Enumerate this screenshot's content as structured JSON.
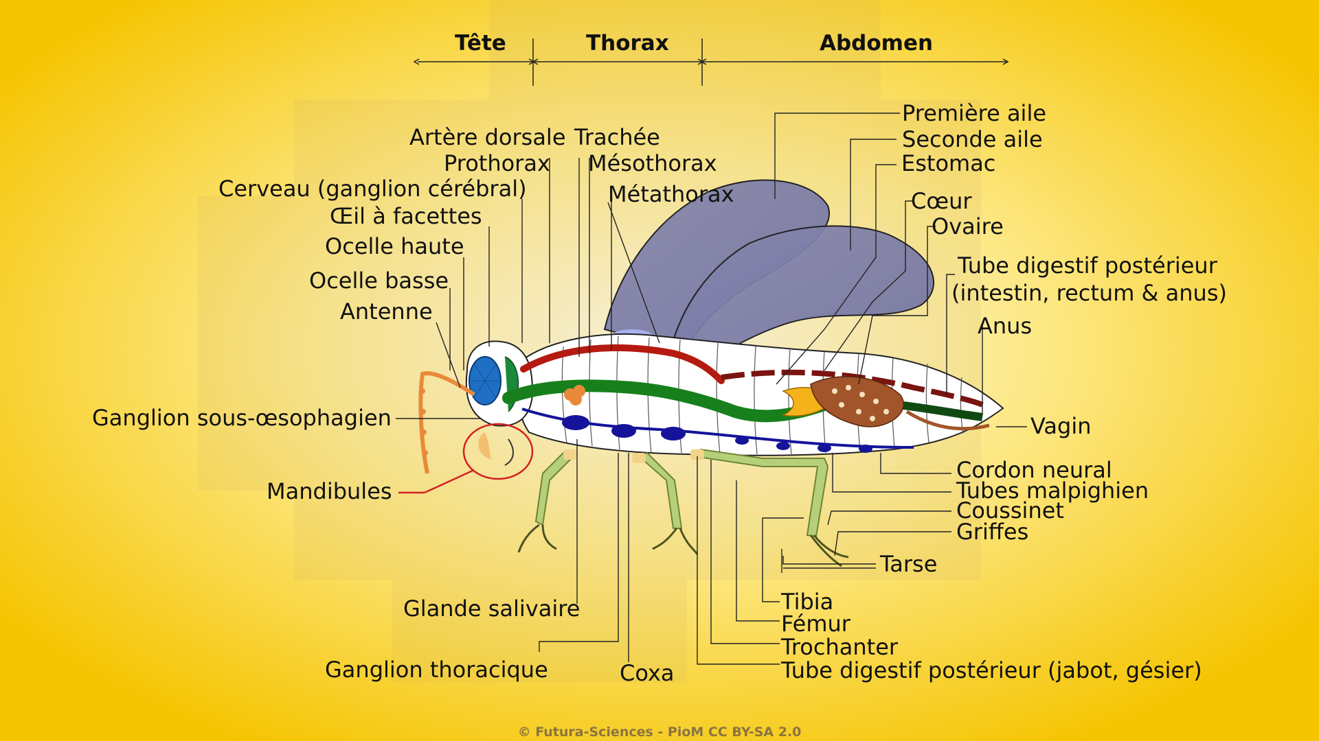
{
  "sections": {
    "head": "Tête",
    "thorax": "Thorax",
    "abdomen": "Abdomen"
  },
  "labels": {
    "arteria_dorsal": "Artère dorsale",
    "trachee": "Trachée",
    "prothorax": "Prothorax",
    "mesothorax": "Mésothorax",
    "metathorax": "Métathorax",
    "cerveau": "Cerveau (ganglion cérébral)",
    "oeil": "Œil à facettes",
    "ocelle_haute": "Ocelle haute",
    "ocelle_basse": "Ocelle basse",
    "antenne": "Antenne",
    "ganglion_sous": "Ganglion sous-œsophagien",
    "mandibules": "Mandibules",
    "glande": "Glande salivaire",
    "ganglion_thoracique": "Ganglion thoracique",
    "coxa": "Coxa",
    "premiere_aile": "Première aile",
    "seconde_aile": "Seconde aile",
    "estomac": "Estomac",
    "coeur": "Cœur",
    "ovaire": "Ovaire",
    "tube_post_1": "Tube digestif postérieur",
    "tube_post_2": "(intestin, rectum & anus)",
    "anus": "Anus",
    "vagin": "Vagin",
    "cordon": "Cordon neural",
    "malpighiens": "Tubes malpighien",
    "coussinet": "Coussinet",
    "griffes": "Griffes",
    "tarse": "Tarse",
    "tibia": "Tibia",
    "femur": "Fémur",
    "trochanter": "Trochanter",
    "tube_jabot": "Tube digestif postérieur (jabot, gésier)"
  },
  "credit": "© Futura-Sciences -  PioM CC BY-SA 2.0",
  "colors": {
    "background_outer": "#f5c800",
    "background_center": "#fff8d8",
    "wing": "#7e7fa8",
    "nerve": "#14139a",
    "gut_green": "#17801c",
    "artery": "#b51a10",
    "heart": "#7a1410",
    "ovary": "#8a3a1e",
    "leg": "#b6d07a",
    "eye": "#1f6fc4",
    "mandible_ring": "#d42020"
  }
}
